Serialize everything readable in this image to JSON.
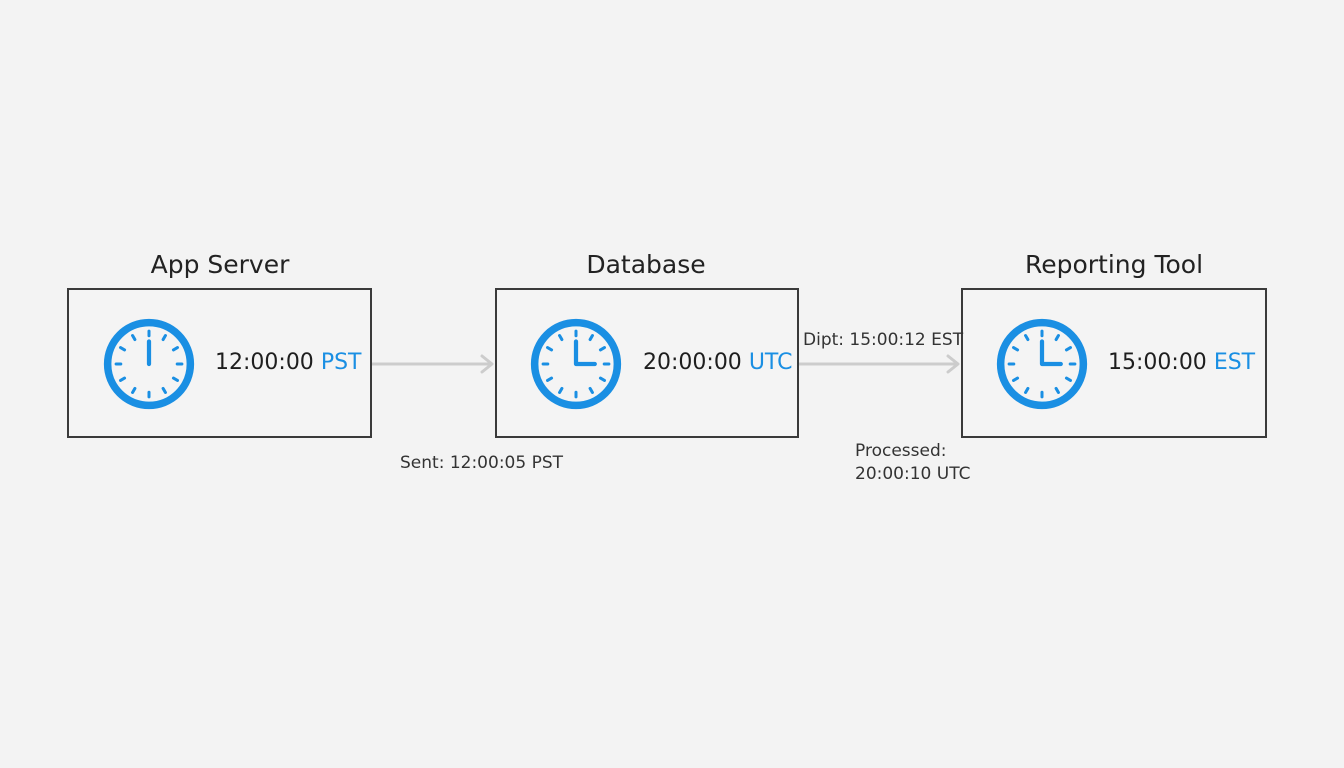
{
  "nodes": [
    {
      "title": "App Server",
      "time": "12:00:00",
      "zone": "PST",
      "clock_icon": "clock-icon-twelve"
    },
    {
      "title": "Database",
      "time": "20:00:00",
      "zone": "UTC",
      "clock_icon": "clock-icon-three"
    },
    {
      "title": "Reporting Tool",
      "time": "15:00:00",
      "zone": "EST",
      "clock_icon": "clock-icon-three"
    }
  ],
  "edges": [
    {
      "from": "App Server",
      "to": "Database",
      "label": "Sent: 12:00:05 PST"
    },
    {
      "from": "Database",
      "to": "Reporting Tool",
      "label_above": "Dipt: 15:00:12 EST",
      "label_below_line1": "Processed:",
      "label_below_line2": "20:00:10 UTC"
    }
  ],
  "colors": {
    "accent": "#1a8fe3",
    "border": "#3a3a3a",
    "arrow": "#cccccc",
    "background": "#f3f3f3"
  }
}
